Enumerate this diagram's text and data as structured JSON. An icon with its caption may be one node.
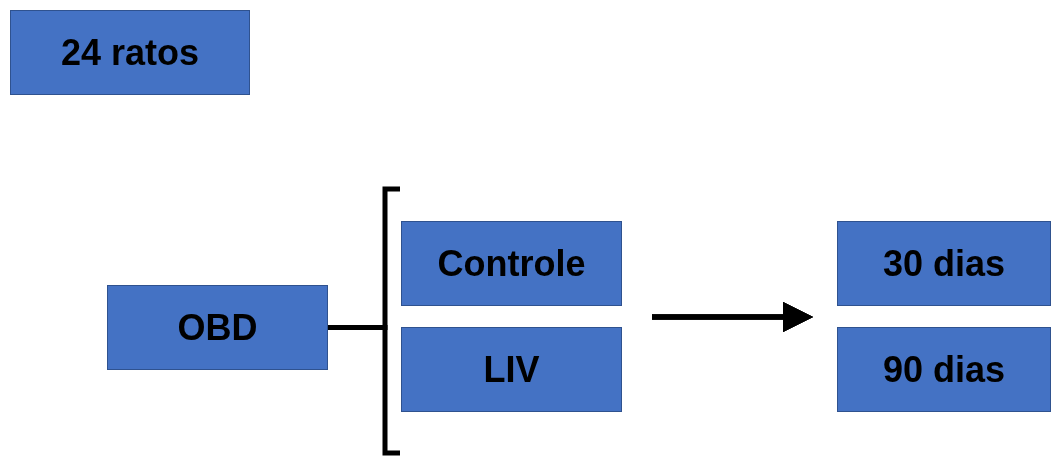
{
  "diagram": {
    "nodes": [
      {
        "text": [
          "24 ratos"
        ]
      },
      {
        "text": [
          "OBD"
        ]
      },
      {
        "text": [
          "Controle"
        ]
      },
      {
        "text": [
          "LIV"
        ]
      },
      {
        "text": [
          "30 dias"
        ]
      },
      {
        "text": [
          "90 dias"
        ]
      }
    ],
    "edges": [
      {
        "from": 1,
        "to": 2,
        "arrow": "none"
      },
      {
        "from": 1,
        "to": 3,
        "arrow": "none"
      },
      {
        "from": 2,
        "to": 4,
        "arrow": "to"
      },
      {
        "from": 2,
        "to": 5,
        "arrow": "to"
      },
      {
        "from": 3,
        "to": 4,
        "arrow": "to"
      },
      {
        "from": 3,
        "to": 5,
        "arrow": "to"
      }
    ]
  }
}
